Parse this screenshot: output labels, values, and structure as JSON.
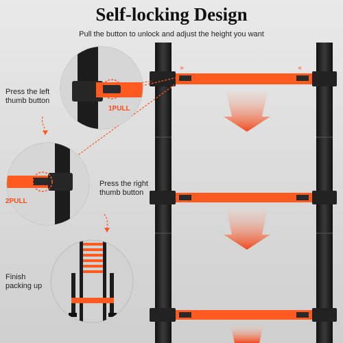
{
  "header": {
    "title": "Self-locking Design",
    "subtitle": "Pull the button to unlock and adjust the height you want"
  },
  "steps": [
    {
      "text_line1": "Press the left",
      "text_line2": "thumb button",
      "badge": "1PULL"
    },
    {
      "text_line1": "Press the right",
      "text_line2": "thumb button",
      "badge": "2PULL"
    },
    {
      "text_line1": "Finish",
      "text_line2": "packing up"
    }
  ],
  "colors": {
    "accent": "#ff5a1f",
    "arrow": "#f05a24",
    "frame": "#1c1c1c"
  },
  "icons": [
    "double-chevron-right-icon",
    "double-chevron-left-icon",
    "down-arrow-icon"
  ]
}
